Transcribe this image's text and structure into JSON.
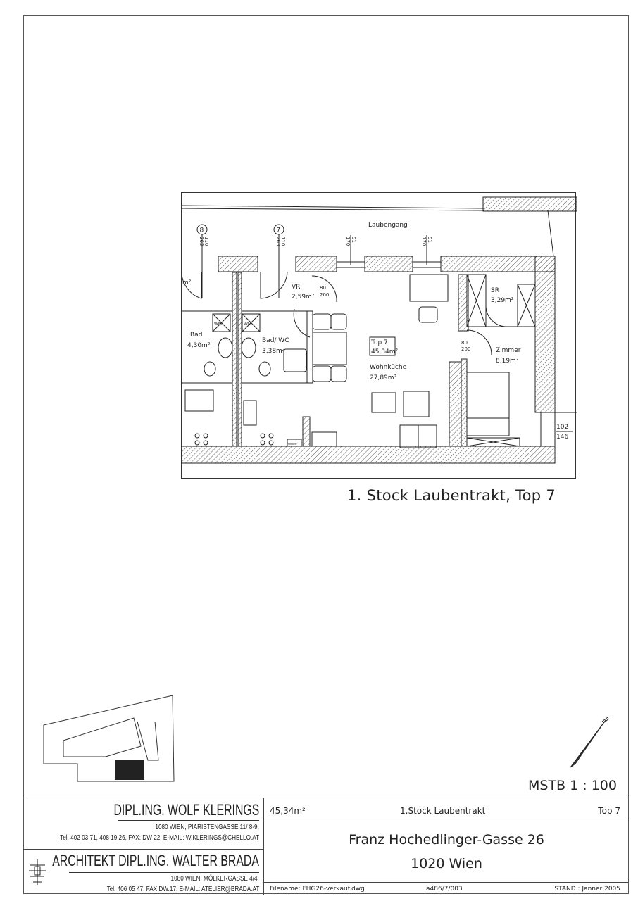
{
  "plan": {
    "corridor": "Laubengang",
    "grid_markers": [
      {
        "label": "8",
        "dims": [
          "110",
          "263"
        ]
      },
      {
        "label": "7",
        "dims": [
          "110",
          "263"
        ]
      }
    ],
    "window_dims": [
      [
        "91",
        "170"
      ],
      [
        "91",
        "170"
      ]
    ],
    "door_dims": [
      "80",
      "200"
    ],
    "rooms": {
      "partial_area": "m²",
      "vr": {
        "name": "VR",
        "area": "2,59m²"
      },
      "bad": {
        "name": "Bad",
        "area": "4,30m²"
      },
      "bad_wc": {
        "name": "Bad/ WC",
        "area": "3,38m²"
      },
      "top": {
        "name": "Top 7",
        "area": "45,34m²"
      },
      "wohnkueche": {
        "name": "Wohnküche",
        "area": "27,89m²"
      },
      "sr": {
        "name": "SR",
        "area": "3,29m²"
      },
      "zimmer": {
        "name": "Zimmer",
        "area": "8,19m²"
      }
    },
    "wm_label": "WM",
    "therme_label": "THERME",
    "window_right": [
      "102",
      "146"
    ]
  },
  "plan_title": "1. Stock Laubentrakt, Top 7",
  "scale": "MSTB 1 : 100",
  "title_block": {
    "firm1": {
      "name": "DIPL.ING. WOLF KLERINGS",
      "address": "1080 WIEN, PIARISTENGASSE 11/ 8-9,",
      "contact": "Tel. 402 03 71, 408 19 26, FAX: DW 22, E-MAIL: W.KLERINGS@CHELLO.AT"
    },
    "firm2": {
      "name": "ARCHITEKT DIPL.ING. WALTER BRADA",
      "address": "1080 WIEN, MÖLKERGASSE 4/4,",
      "contact": "Tel. 406 05 47, FAX DW.17, E-MAIL:  ATELIER@BRADA.AT"
    },
    "area": "45,34m²",
    "floor": "1.Stock Laubentrakt",
    "unit": "Top 7",
    "street": "Franz Hochedlinger-Gasse 26",
    "city": "1020 Wien",
    "filename": "Filename:  FHG26-verkauf.dwg",
    "code": "a486/7/003",
    "stand": "STAND :  Jänner 2005"
  }
}
